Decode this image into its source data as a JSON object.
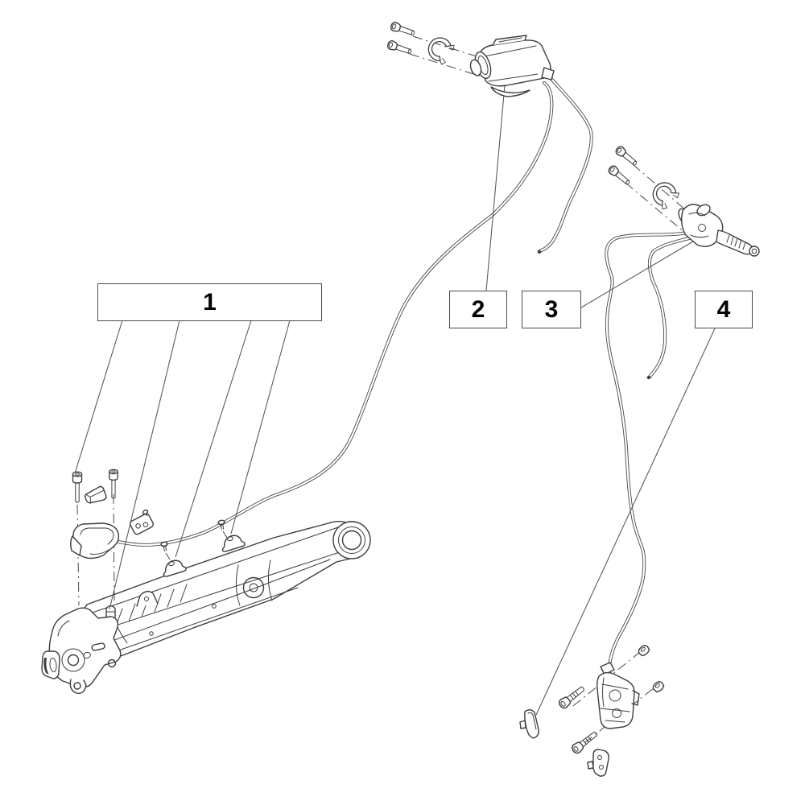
{
  "diagram": {
    "type": "exploded-parts-diagram",
    "subject": "Bicycle hydraulic disc brake system with chainstay arm",
    "background_color": "#ffffff",
    "line_color": "#3d3d3d",
    "leader_line_color": "#5c5c5c",
    "text_color": "#000000",
    "callouts": [
      {
        "label": "1",
        "target": "chainstay-arm-hose-guide-assembly"
      },
      {
        "label": "2",
        "target": "left-brake-lever-assembly"
      },
      {
        "label": "3",
        "target": "right-brake-lever-assembly"
      },
      {
        "label": "4",
        "target": "rear-brake-caliper-assembly"
      }
    ]
  }
}
